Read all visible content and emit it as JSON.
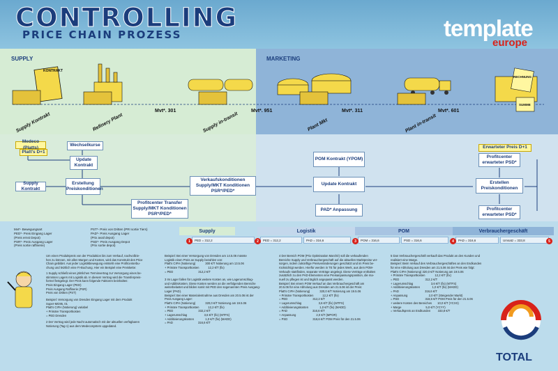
{
  "header": {
    "title": "CONTROLLING",
    "subtitle": "PRICE CHAIN PROZESS",
    "logo_main": "template",
    "logo_sub": "europe"
  },
  "zones": {
    "supply": "SUPPLY",
    "marketing": "MARKETING"
  },
  "flow": {
    "stages": [
      "Supply Kontrakt",
      "Refinery Plant",
      "Supply in-transit",
      "Plant Mkt",
      "Plant in-transit"
    ],
    "movements": [
      "Mvt*. 301",
      "Mvt*. 951",
      "Mvt*. 311",
      "Mvt*. 601"
    ],
    "labels": {
      "kontrakt": "KONTRAKT",
      "rechnung": "RECHNUNG",
      "summe": "SUMME"
    }
  },
  "process": {
    "medeco": "Medeco (Platts)",
    "platts": "Platt's D+1",
    "wechselkurse": "Wechselkurse",
    "update1": "Update Kontrakt",
    "supply_kontrakt": "Supply Kontrakt",
    "erstellung": "Erstellung Preiskonditionen",
    "profitcenter_transfer": "Profitcenter Transfer Supply/MKT Konditionen PSR*/PED*",
    "verkaufs": "Verkaufskonditionen Supply/MKT Konditionen PSR*/PED*",
    "pom": "POM Kontrakt (YPOM)",
    "update2": "Update Kontrakt",
    "pad": "PAD* Anpassung",
    "erwarteter": "Erwarteter Preis D+1",
    "profit_psd1": "Profitcenter erwarteter PSD*",
    "erstellen": "Erstellen Preiskonditionen",
    "profit_psd2": "Profitcenter erwarteter PSD*"
  },
  "legend": [
    "Mvt*- Bewegungsart",
    "PED*- Preis Eingang Lager",
    "(Preis ernst Depot)",
    "PSR*- Preis Ausgang Lager",
    "(Preis sortie raffinerie)",
    "PST*- Preis von Dritten (PRI sortie Tiers)",
    "PAD*- Preis Ausgang Lager",
    "(Prix avail depot)",
    "PSD*- Preis Ausgang Depot",
    "(Prix sortie depot)"
  ],
  "bar": {
    "sections": [
      "Supply",
      "Logistik",
      "POM",
      "Verbrauchergeschäft"
    ],
    "cells": [
      "PED = 312,2",
      "PED = 312,2",
      "PAD = 316,6",
      "POM = 316,6",
      "PSD = 316,6",
      "PAD = 316,6",
      "Umsatz = 333,8"
    ],
    "nums": [
      "1",
      "2",
      "3",
      "4",
      "5"
    ]
  },
  "text": {
    "intro": "Um einen Produktpreis von der Produktion bis zum Verkauf, nachvollzie-\nhen zu können, mit allen Margen und Kosten, wird das Konstrukt des Price\nChain gebildet. Aus jeder Logistikbewegung entsteht eine Profitcenterbu-\nchung und letztlich eine FI-Buchung. Hier ein Beispiel eine Preiskette:",
    "p1": "1 Supply schließt einen jährlichen Terminvertrag zur Versorgung eines be-\nstimmten Lagers mit Logistik ab. In diesem Vertrag wird die Transferpreis-\nformel festgelegt. Der Preis kann folgende Faktoren beinhalten:\nPreis Eingang Lager (PED)\nPreis Ausgang Raffinerie (PSR)\nPreis von Dritten (PST)",
    "p1b": "Beispiel: Versorgung von Dresden Eingang Lager mit dem Produkt\nSuper-MG95, 01\nPlatt's CIFH (Notierung) variabel\n+ Primäre Transportkosten\n= PED Dresden",
    "p2": "2 Der Vertrag wird jede Nacht automatisch mit der aktuellen verfügbaren\nNotierung (Tag-1) aus dem Medecosystem upgedated.",
    "c2": "Beispiel: Bei einer Versorgung von Dresden am 14.5.06 müsste\nLogistik einen Preis an Supply bezahlen von:\nPlatt's CIFH (Notierung)            300 €/T Notierung am 13.5.06\n+ Primäre Transportkosten           12,2 €/T (fix)\n= PED                               312,2 €/T\n\n3 Im Lager fallen für Logistik weitere Kosten an, wie Lagerumschlag-\nund Additivkosten. Diese Kosten werden an die verfolgenden Bereiche\nweiterbelastet und bilden somit mit PED den sogenannten Preis Ausgang-\nLager (PAD).\nBeispiel: Bei einer Materialentnahme aus Dresden am 20.5.06 ist der\nPreis Ausgang Lager:\nPlatt's CIFH (Notierung)            320,0 €/T Notierung am 19.5.06\n+ Primäre Transportkosten           12,2 €/T (fix)\n= PED                               332,2 €/T\n+ Lagerumschlag                     3,6 €/T (fix) (MTFS)\n+ Additivierungskosten              1,0 €/T (fix) (MADD)\n= PAD                               316,6 €/T",
    "c3": "4 Der Bereich POM (Prix Optimisation Marché) soll die verkaufenden\nBereiche Supply und Verbrauchergeschäft auf die aktuellen Marktpreise ver-\nsorgen, indem zukünftige Preisveränderungen geschätzt und im Preis be-\nrücksichtigt werden. Hierfür werden in TE für jedes Werk, aus dem POM-\nVerkaufe stattfinden, separate Verträge angelegt. Diese Verträge enthalten\nzusätzlich zu den PAD-Elementen eine Preisanpassungsposition, die ma-\nnuell zu pflegen ist und täglich angepasst werden.\nBeispiel: Bei einem POM Verkauf an das Verbrauchergeschäft am\n20.5.06 für eine Abholung aus Dresden am 21.5.06 ist der Preis:\nPlatt's CIFH (Notierung)            320,0 €/T Notierung am 19.5.06\n+ Primäre Transportkosten           12,2 €/T (fix)\n= PED                               312,2 €/T\n+ Lagerumschlag                     3,6 €/T (fix) (MTFS)\n+ Additivierungskosten              1,0 €/T (fix) (MADD)\n= PAD                               316,6 €/T\n+ Anpassung                         2,0 €/T (MPOR)\n= PSD                               318,6 €/T POM Preis für den 21.5.06",
    "c4": "5 Das Verbrauchergeschäft verkauft das Produkt an den Kunden und\nrealisiert eine Marge.\nBeispiel: Beim Verkauf des Verbrauchergeschäftes an den Endkunden\nfür eine Abholung aus Dresden am 21.5.06 ist der Preis wie folgt:\nPlatt's CIFH (Notierung) 320,0 €/T Notierung am 19.5.06\n+ Primäre Transportkosten            12,2 €/T (fix)\n= PED                                312,2 €/T\n+ Lagerumschlag                      3,6 €/T (fix) (MTFS)\n+ Additivierungskosten               1,0 €/T (fix) (MADD)\n= PAD                                316,6 €/T\n+ Anpassung                          2,0 €/T (Steigender Markt)\n= PSD                                318,6 €/T POM Preis für den 21.5.06\n+ weitere Kosten des Bereiches       10,0 €/T (YCXX)\n+ Marge                              5,0 €/T (YCYY)\n= Verkaufspreis an Endkunden         333,8 €/T"
  },
  "brand": {
    "total": "TOTAL"
  },
  "colors": {
    "navy": "#1b3d7c",
    "red": "#d8221a",
    "supply_bg": "#d6ecd4",
    "marketing_bg": "#8fb4d8"
  }
}
